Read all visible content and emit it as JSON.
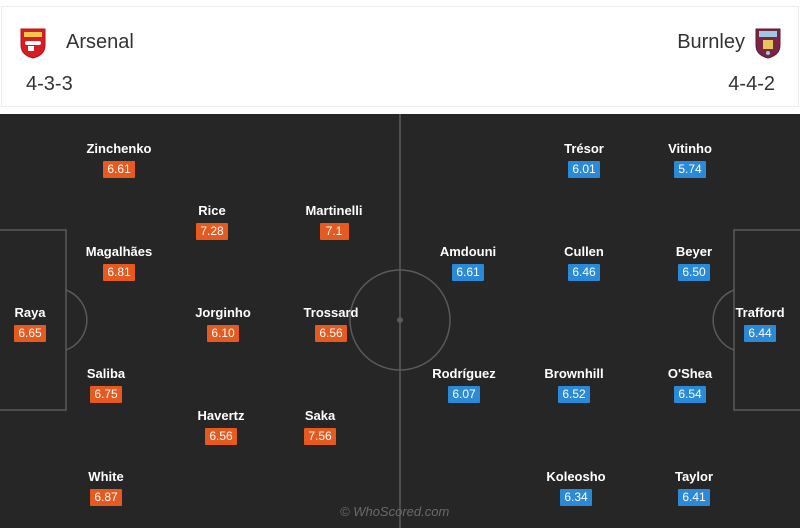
{
  "home": {
    "name": "Arsenal",
    "formation": "4-3-3",
    "crest_icon": "arsenal-crest-icon",
    "color": "#e65a20",
    "players": [
      {
        "name": "Zinchenko",
        "rating": "6.61"
      },
      {
        "name": "Rice",
        "rating": "7.28"
      },
      {
        "name": "Martinelli",
        "rating": "7.1"
      },
      {
        "name": "Magalhães",
        "rating": "6.81"
      },
      {
        "name": "Raya",
        "rating": "6.65"
      },
      {
        "name": "Jorginho",
        "rating": "6.10"
      },
      {
        "name": "Trossard",
        "rating": "6.56"
      },
      {
        "name": "Saliba",
        "rating": "6.75"
      },
      {
        "name": "Havertz",
        "rating": "6.56"
      },
      {
        "name": "Saka",
        "rating": "7.56"
      },
      {
        "name": "White",
        "rating": "6.87"
      }
    ]
  },
  "away": {
    "name": "Burnley",
    "formation": "4-4-2",
    "crest_icon": "burnley-crest-icon",
    "color": "#2b8ad8",
    "players": [
      {
        "name": "Trésor",
        "rating": "6.01"
      },
      {
        "name": "Vitinho",
        "rating": "5.74"
      },
      {
        "name": "Amdouni",
        "rating": "6.61"
      },
      {
        "name": "Cullen",
        "rating": "6.46"
      },
      {
        "name": "Beyer",
        "rating": "6.50"
      },
      {
        "name": "Trafford",
        "rating": "6.44"
      },
      {
        "name": "Rodríguez",
        "rating": "6.07"
      },
      {
        "name": "Brownhill",
        "rating": "6.52"
      },
      {
        "name": "O'Shea",
        "rating": "6.54"
      },
      {
        "name": "Koleosho",
        "rating": "6.34"
      },
      {
        "name": "Taylor",
        "rating": "6.41"
      }
    ]
  },
  "watermark": "© WhoScored.com"
}
